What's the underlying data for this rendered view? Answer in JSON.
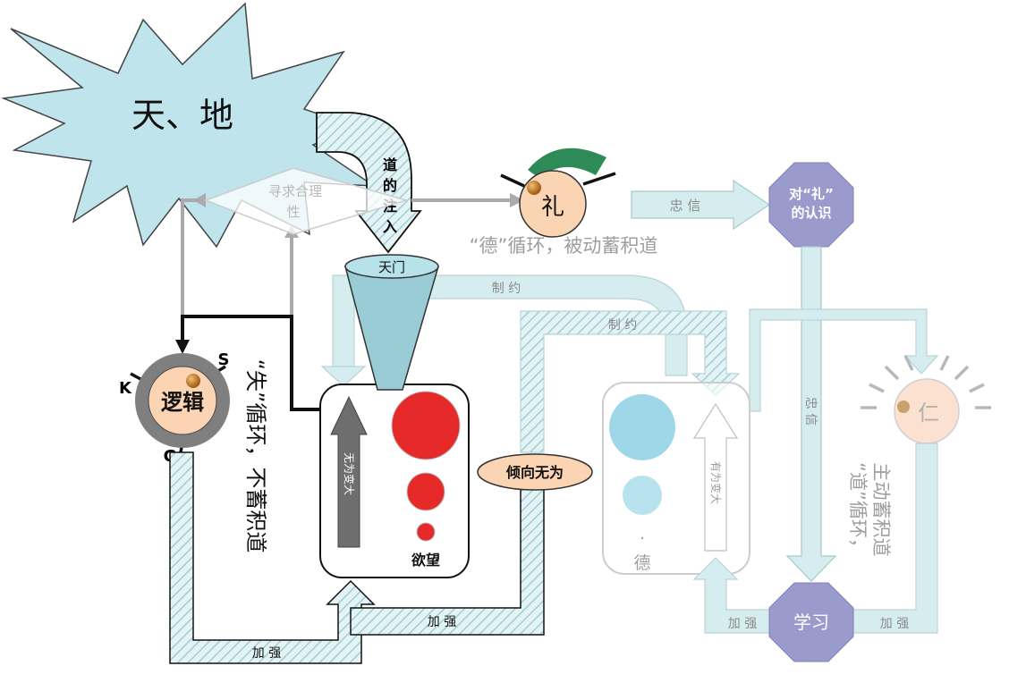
{
  "nodes": {
    "heaven_earth": "天、地",
    "tao_injection": [
      "道",
      "的",
      "注",
      "入"
    ],
    "seek_reason": [
      "寻求合理",
      "性"
    ],
    "li": "礼",
    "de_cycle_passive": "“德”循环，被动蓄积道",
    "zhong_xin": "忠 信",
    "recognize_li": [
      "对“礼”",
      "的认识"
    ],
    "tianmen": "天门",
    "constraint_1": "制 约",
    "constraint_2": "制 约",
    "logic": "逻辑",
    "port_k": "K",
    "port_s": "S",
    "port_g": "G",
    "shi_cycle": "“失”循环，不蓄积道",
    "wuwei_grow": "无为变大",
    "desire": "欲望",
    "tend_wuwei": "倾向无为",
    "de_dot": "·",
    "de": "德",
    "youwei_grow": "有为变大",
    "ren": "仁",
    "zhong_xin_vertical": "忠 信",
    "tao_cycle_active": [
      "“道”循环，",
      "主动蓄积道"
    ],
    "strengthen_1": "加 强",
    "strengthen_2": "加 强",
    "strengthen_3": "加 强",
    "strengthen_4": "加 强",
    "learning": "学习"
  },
  "colors": {
    "cloud_fill": "#bfe4ec",
    "pale_fill": "#d6edf0",
    "orange_fill": "#fbd4b4",
    "purple_fill": "#9a9acc",
    "red": "#e62a2a",
    "cyan_circle": "#9ed8e8",
    "green_arc": "#2e8b57",
    "gray_ring": "#7f7f7f"
  }
}
